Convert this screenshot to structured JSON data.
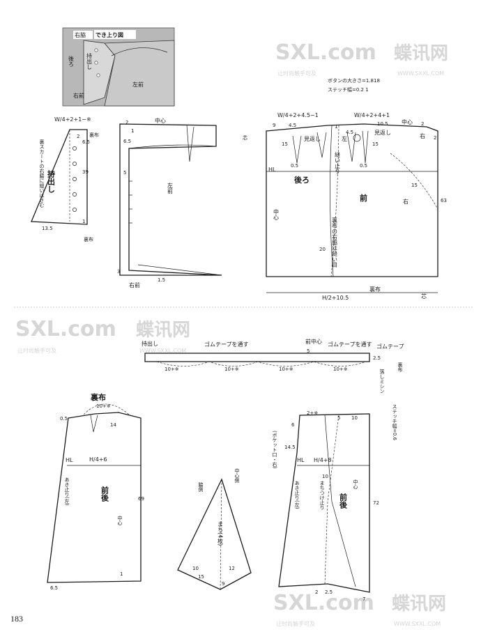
{
  "page_number": "183",
  "watermark": {
    "logo": "SXL.com",
    "brand": "蝶讯网",
    "url": "WWW.SXXL.COM",
    "tagline": "让时尚触手可及"
  },
  "inset": {
    "title": "でき上り図",
    "right_side": "右脇",
    "back": "後ろ",
    "placket": "持出し",
    "right_front": "右前",
    "left_front": "左前"
  },
  "notes": {
    "button_size": "ボタンの大きさ=1.818",
    "stitch_width": "ステッチ幅=0.2 1"
  },
  "placket_piece": {
    "top_formula": "W/4+2+1−※",
    "note": "裏スカートの右脇に縫いはさむ",
    "label": "持出し",
    "lining": "裏布",
    "lining2": "裏布",
    "m_2": "2",
    "m_6_5": "6.5",
    "m_39": "39",
    "m_13_5": "13.5",
    "m_1": "1"
  },
  "front_facing_piece": {
    "center": "中心",
    "left_front": "左前",
    "right_front": "右前",
    "m_2": "2",
    "m_6_5": "6.5",
    "m_5": "5",
    "m_3": "3",
    "m_1_5": "1.5",
    "m_1": "1"
  },
  "main_skirt": {
    "back_formula": "W/4+2+4.5−1",
    "front_formula": "W/4+2+4+1",
    "center": "中心",
    "facing": "見返し",
    "left": "左",
    "right": "右",
    "right_lower": "右",
    "sew_note": "縫い止り",
    "lining_note": "裏布の右脇は縫い目",
    "hl": "HL",
    "back": "後ろ",
    "front": "前",
    "center_back": "中心",
    "lining": "裏布",
    "core": "芯",
    "bottom_formula": "H/2+10.5",
    "m_9": "9",
    "m_4_5": "4.5",
    "m_15a": "15",
    "m_0_5a": "0.5",
    "m_1a": "1",
    "m_4_5b": "4.5",
    "m_10_5": "10.5",
    "m_2": "2",
    "m_15b": "15",
    "m_0_5b": "0.5",
    "m_15c": "15",
    "m_63": "63",
    "m_20": "20",
    "m_core_top": "芯",
    "m_2b": "2"
  },
  "waistband": {
    "placket": "持出し",
    "elastic_through1": "ゴムテープを通す",
    "front_center": "前中心",
    "elastic_through2": "ゴムテープを通す",
    "elastic": "ゴムテープ",
    "lining": "裏布",
    "ditch_stitch": "落しミシン",
    "seg1": "10+※",
    "seg2": "10+※",
    "seg3": "10+※",
    "seg4": "10+※",
    "m_5": "5",
    "m_2_5": "2.5"
  },
  "lining_piece": {
    "title": "裏布",
    "top": "10+※",
    "hip": "H/4+6",
    "hl": "HL",
    "opening": "あき止り(左)",
    "front_back": "前後",
    "center": "中心",
    "m_0_5": "0.5",
    "m_14": "14",
    "m_69": "69",
    "m_1": "1",
    "m_6_5": "6.5"
  },
  "gusset": {
    "side": "脇側",
    "center_side": "中心側",
    "label": "まち(4枚)",
    "m_10": "10",
    "m_12": "12",
    "m_15": "15",
    "m_9": "9"
  },
  "lower_skirt": {
    "top": "2+※",
    "pocket": "(ポケット口・右)",
    "hip": "H/4+8",
    "hl": "HL",
    "opening": "あき止り(左)",
    "gusset_stop": "まちつけ止り",
    "center": "中心",
    "front_back": "前後",
    "stitch": "ステッチ幅=0.6",
    "m_6": "6",
    "m_5": "5",
    "m_10": "10",
    "m_14_5": "14.5",
    "m_10b": "10",
    "m_72": "72",
    "m_2": "2",
    "m_2_5": "2.5",
    "m_7": "7"
  }
}
